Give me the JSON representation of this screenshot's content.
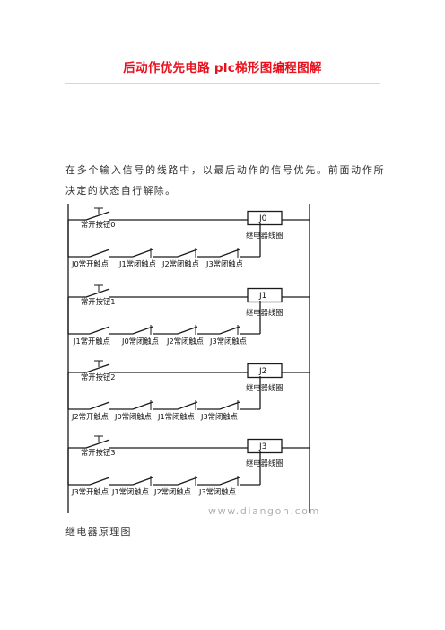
{
  "document": {
    "title": "后动作优先电路 plc梯形图编程图解",
    "paragraph": "在多个输入信号的线路中，以最后动作的信号优先。前面动作所决定的状态自行解除。",
    "caption": "继电器原理图"
  },
  "diagram": {
    "watermark": "www.diangon.com",
    "coil_label": "继电器线圈",
    "rungs": [
      {
        "button": "常开按钮0",
        "coil": "J0",
        "contacts": [
          "J0常开触点",
          "J1常闭触点",
          "J2常闭触点",
          "J3常闭触点"
        ]
      },
      {
        "button": "常开按钮1",
        "coil": "J1",
        "contacts": [
          "J1常开触点",
          "J0常闭触点",
          "J2常闭触点",
          "J3常闭触点"
        ]
      },
      {
        "button": "常开按钮2",
        "coil": "J2",
        "contacts": [
          "J2常开触点",
          "J0常闭触点",
          "J1常闭触点",
          "J3常闭触点"
        ]
      },
      {
        "button": "常开按钮3",
        "coil": "J3",
        "contacts": [
          "J3常开触点",
          "J1常闭触点",
          "J2常闭触点",
          "J3常闭触点"
        ]
      }
    ]
  }
}
